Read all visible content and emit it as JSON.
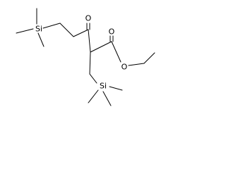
{
  "molecule": {
    "atoms": {
      "si_top": "Si",
      "o_ketone": "O",
      "o_carbonyl": "O",
      "o_ether": "O",
      "si_bottom": "Si"
    }
  }
}
